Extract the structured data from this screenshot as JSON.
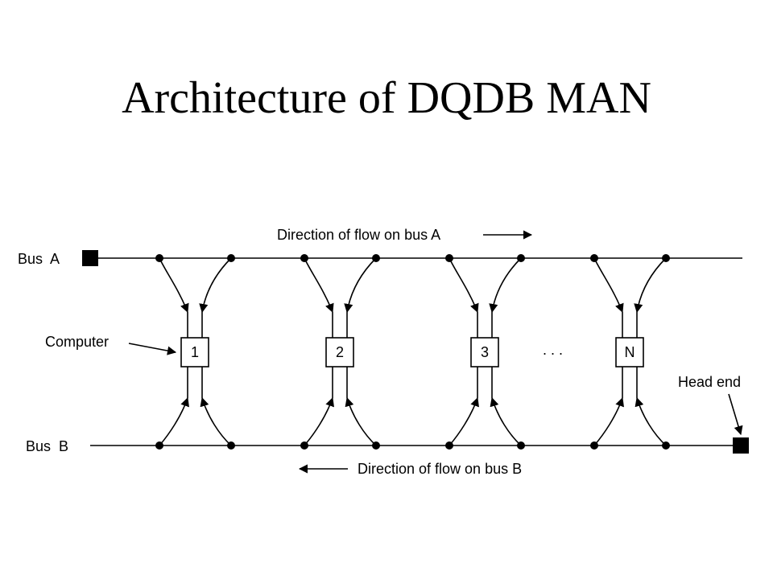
{
  "title": "Architecture of DQDB MAN",
  "bus_a_label": "Bus  A",
  "bus_b_label": "Bus  B",
  "flow_a_label": "Direction of flow on bus A",
  "flow_b_label": "Direction of flow on bus B",
  "computer_label": "Computer",
  "head_end_label": "Head end",
  "ellipsis": ". . .",
  "nodes": [
    "1",
    "2",
    "3",
    "N"
  ]
}
